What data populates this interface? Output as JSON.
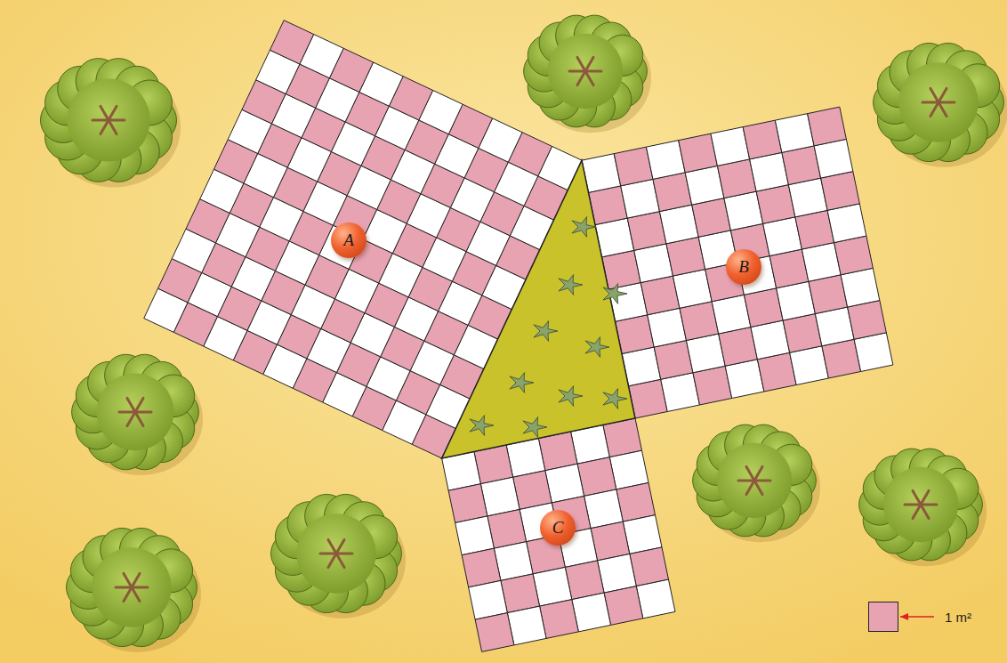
{
  "diagram": {
    "nodes": [
      {
        "text": [
          "A"
        ]
      },
      {
        "text": [
          "B"
        ]
      },
      {
        "text": [
          "C"
        ]
      }
    ],
    "legend": [
      {
        "text": "1 m²",
        "color": "#e8a3b3"
      }
    ]
  }
}
